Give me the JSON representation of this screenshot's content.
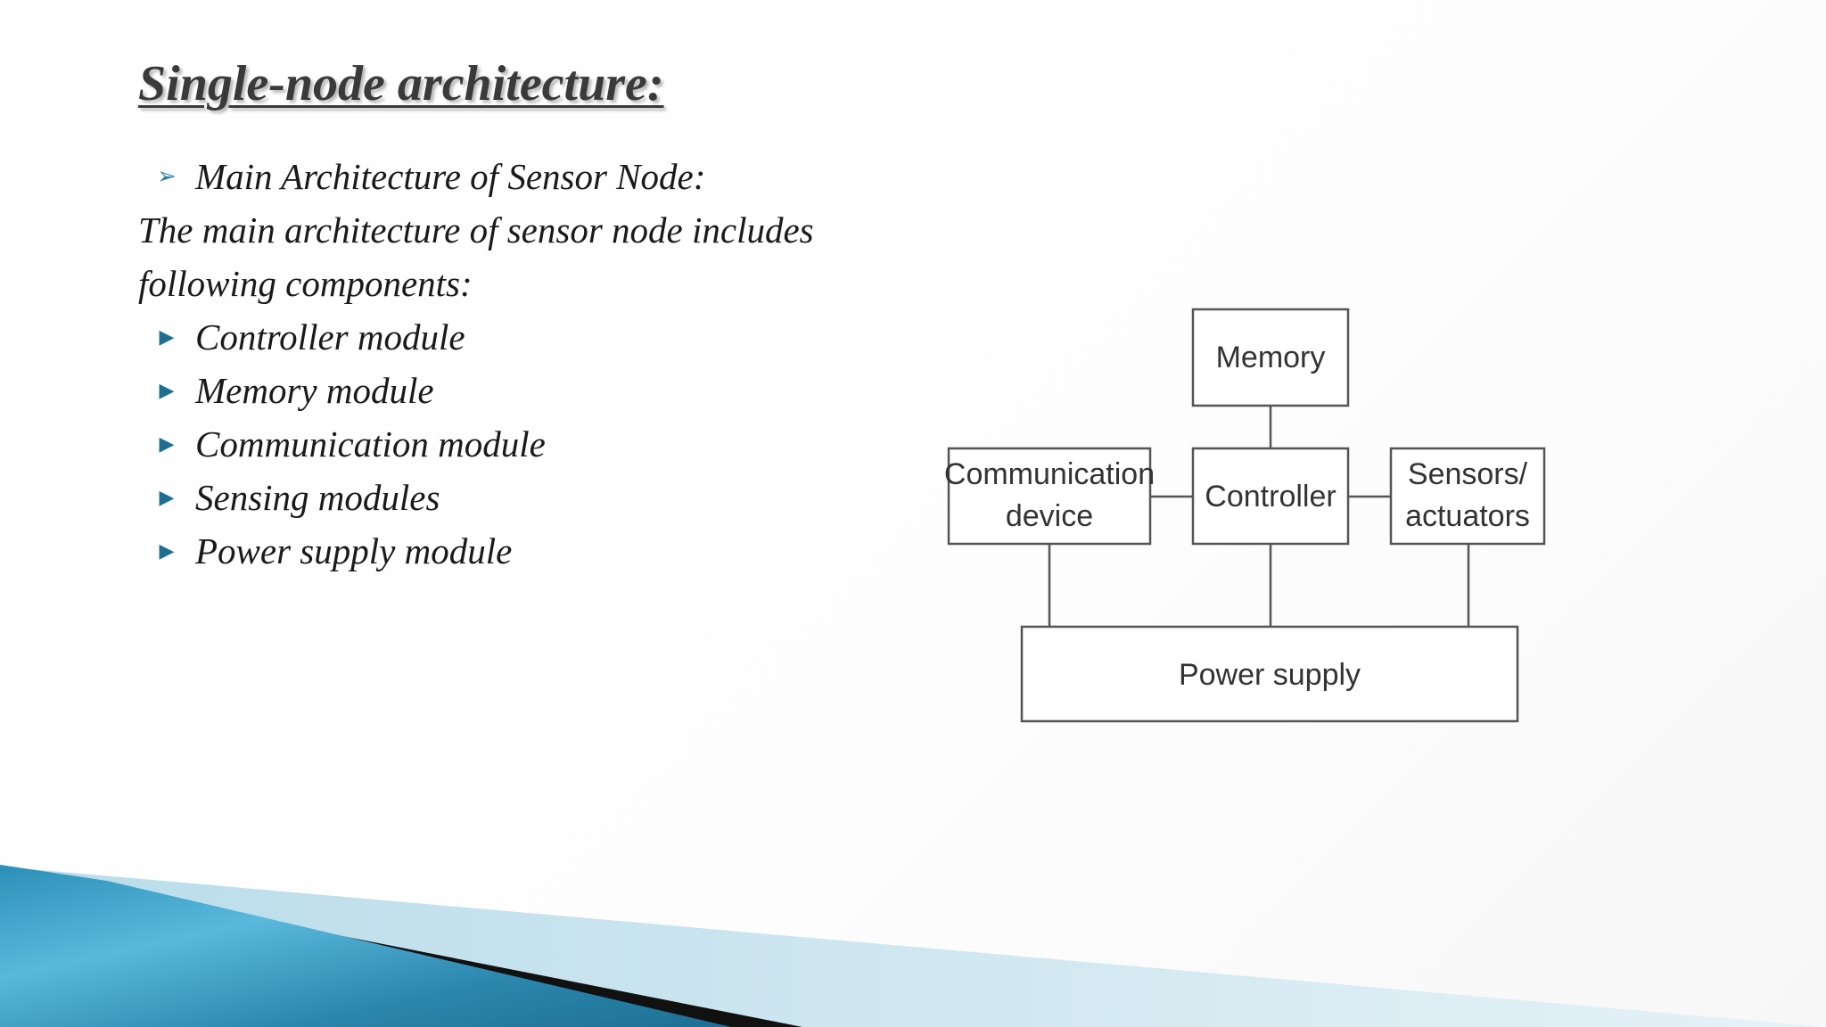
{
  "slide": {
    "title": "Single-node architecture:",
    "heading_bullet": "Main Architecture of Sensor Node:",
    "intro_line1": "The main architecture of sensor node includes",
    "intro_line2": "following components:",
    "items": [
      "Controller module",
      "Memory module",
      "Communication module",
      "Sensing modules",
      "Power supply module"
    ]
  },
  "diagram": {
    "memory": "Memory",
    "communication_line1": "Communication",
    "communication_line2": "device",
    "controller": "Controller",
    "sensors_line1": "Sensors/",
    "sensors_line2": "actuators",
    "power_supply": "Power supply"
  },
  "colors": {
    "accent_blue": "#2a7fa8",
    "footer_blue": "#3b9cc4",
    "box_stroke": "#555555"
  }
}
